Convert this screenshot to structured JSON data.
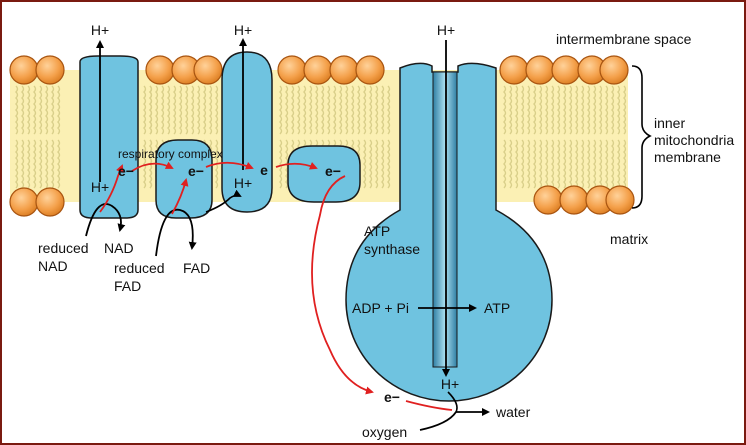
{
  "labels": {
    "intermembrane_space": "intermembrane space",
    "inner_membrane_line1": "inner",
    "inner_membrane_line2": "mitochondria",
    "inner_membrane_line3": "membrane",
    "matrix": "matrix",
    "respiratory_complex": "respiratory complex",
    "atp_synthase_line1": "ATP",
    "atp_synthase_line2": "synthase",
    "adp_pi": "ADP + Pi",
    "atp": "ATP",
    "reduced_nad_line1": "reduced",
    "reduced_nad_line2": "NAD",
    "nad": "NAD",
    "reduced_fad_line1": "reduced",
    "reduced_fad_line2": "FAD",
    "fad": "FAD",
    "oxygen": "oxygen",
    "water": "water",
    "h_plus": "H+",
    "electron": "e−",
    "electron_plain": "e"
  },
  "colors": {
    "membrane_band": "#fbf0b4",
    "lipid_head": "#f4a04a",
    "lipid_head_stroke": "#b05a10",
    "tail": "#d9cf8a",
    "protein": "#6fc3e0",
    "protein_dark": "#3b8fb5",
    "electron_path": "#e02020",
    "frame": "#7a1a10"
  }
}
